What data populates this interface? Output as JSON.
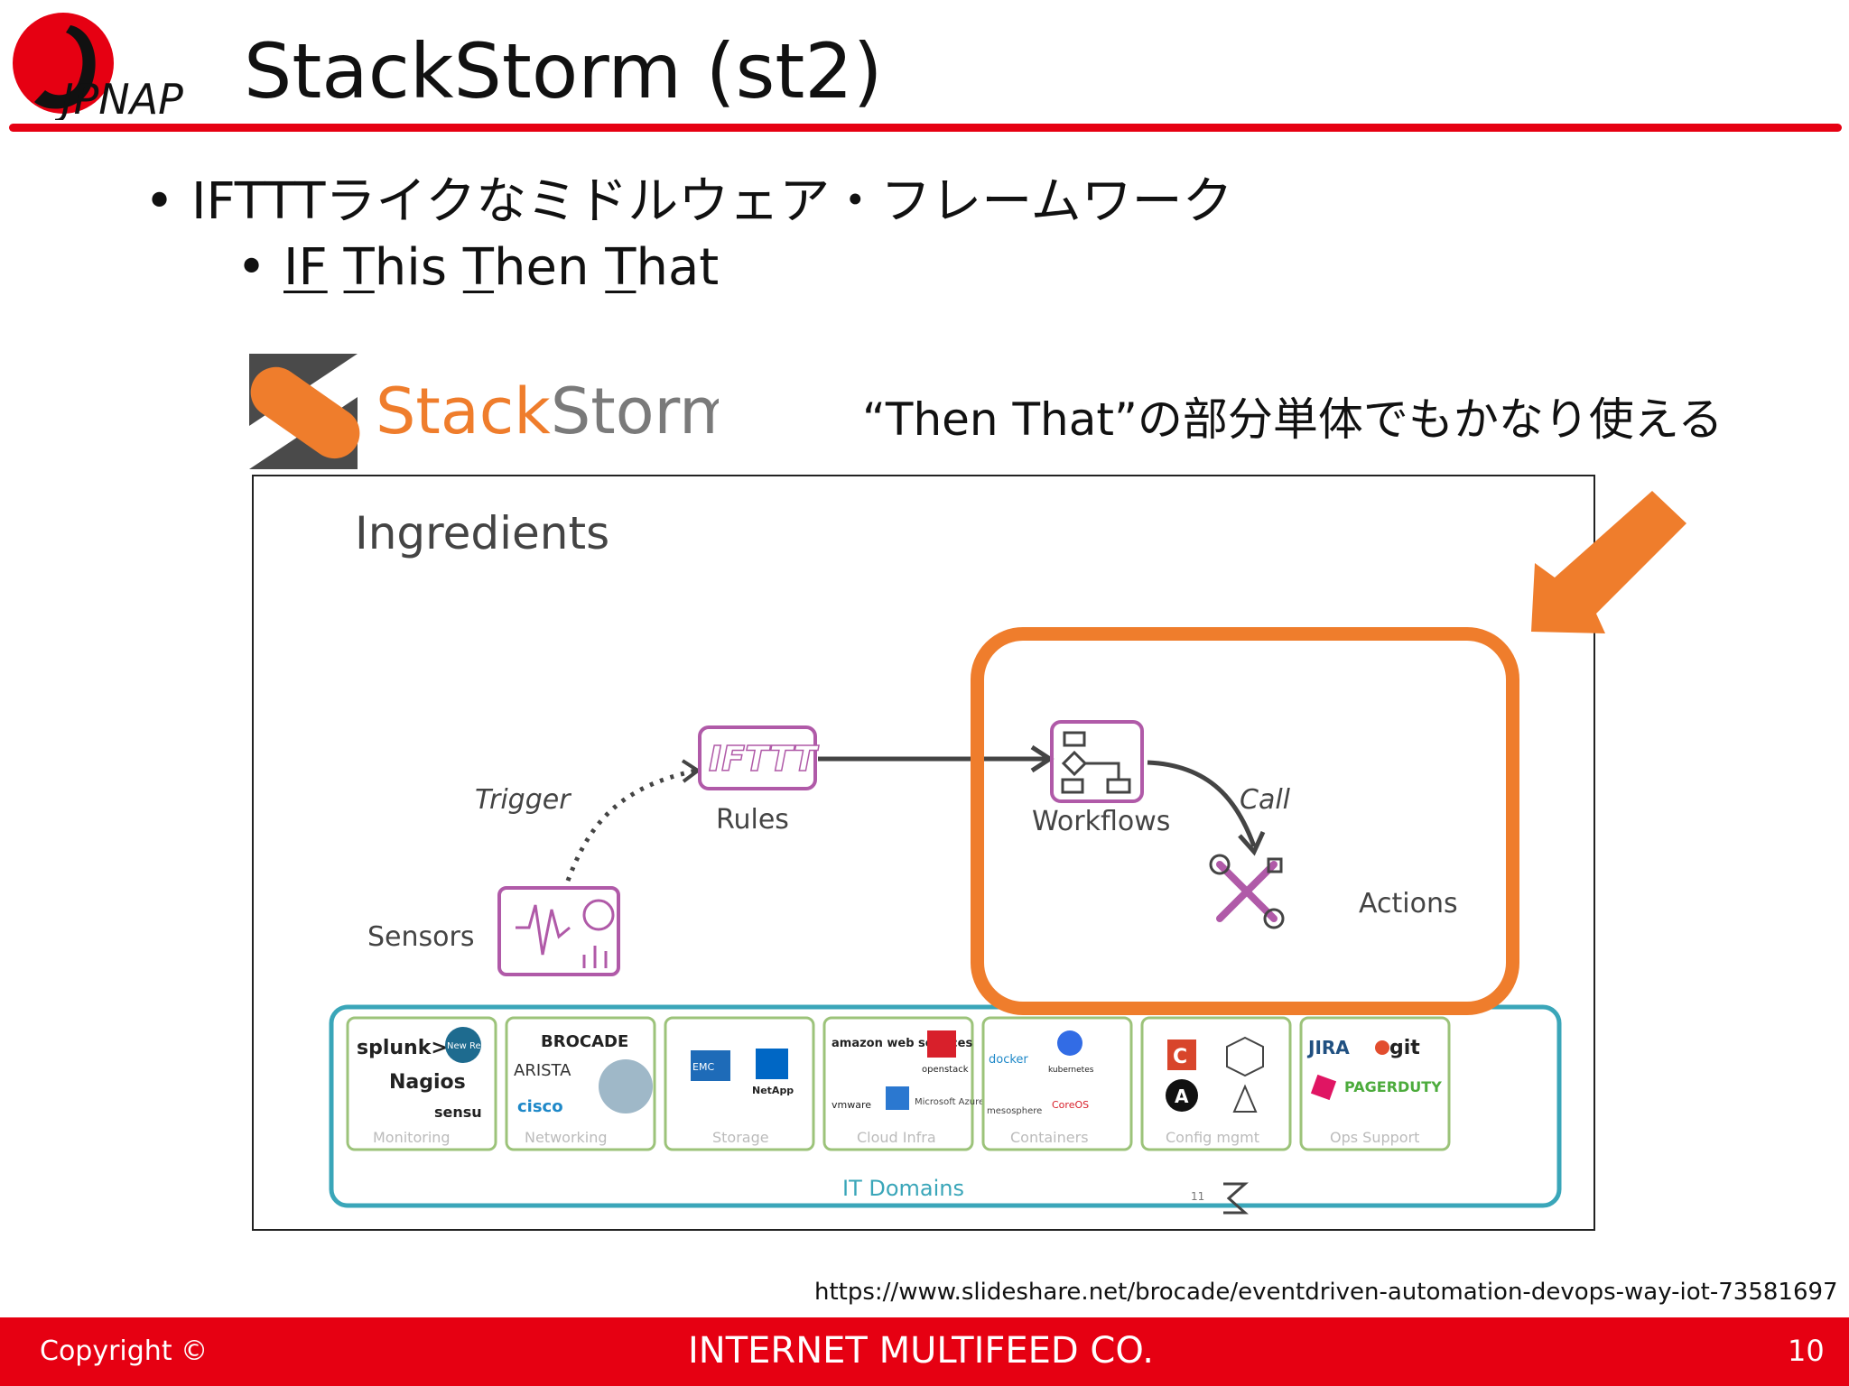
{
  "header": {
    "logo_text": "JPNAP",
    "title": "StackStorm (st2)"
  },
  "bullets": {
    "level1": "IFTTTライクなミドルウェア・フレームワーク",
    "level2": {
      "parts": [
        "IF",
        " ",
        "T",
        "his ",
        "T",
        "hen ",
        "T",
        "hat"
      ]
    },
    "marker": "•"
  },
  "stackstorm_logo": {
    "brand_stack": "Stack",
    "brand_storm": "Storm",
    "colors": {
      "stack": "#ef7d2c",
      "storm": "#7a7a7a"
    }
  },
  "note": "“Then That”の部分単体でもかなり使える",
  "diagram": {
    "heading": "Ingredients",
    "nodes": {
      "sensors": "Sensors",
      "rules": "Rules",
      "rules_icon_text": "IFTTT",
      "workflows": "Workflows",
      "actions": "Actions"
    },
    "edges": {
      "trigger": "Trigger",
      "call": "Call"
    },
    "domains_label": "IT Domains",
    "domains": [
      {
        "caption": "Monitoring",
        "logos": [
          "splunk>",
          "New Relic",
          "Nagios",
          "sensu"
        ]
      },
      {
        "caption": "Networking",
        "logos": [
          "BROCADE",
          "ARISTA",
          "cisco"
        ]
      },
      {
        "caption": "Storage",
        "logos": [
          "EMC",
          "NetApp"
        ]
      },
      {
        "caption": "Cloud Infra",
        "logos": [
          "amazon web services",
          "openstack",
          "vmware",
          "Microsoft Azure"
        ]
      },
      {
        "caption": "Containers",
        "logos": [
          "docker",
          "kubernetes",
          "mesosphere",
          "CoreOS"
        ]
      },
      {
        "caption": "Config mgmt",
        "logos": [
          "C",
          "A"
        ]
      },
      {
        "caption": "Ops Support",
        "logos": [
          "JIRA",
          "git",
          "PAGERDUTY"
        ]
      }
    ],
    "slide_number": "11",
    "colors": {
      "purple": "#b05aa8",
      "green": "#9cc37a",
      "teal": "#3aa6b9"
    }
  },
  "highlight_color": "#ef7d2c",
  "source_url": "https://www.slideshare.net/brocade/eventdriven-automation-devops-way-iot-73581697",
  "footer": {
    "copyright": "Copyright ©",
    "company": "INTERNET MULTIFEED CO.",
    "page": "10",
    "color": "#e60012"
  }
}
